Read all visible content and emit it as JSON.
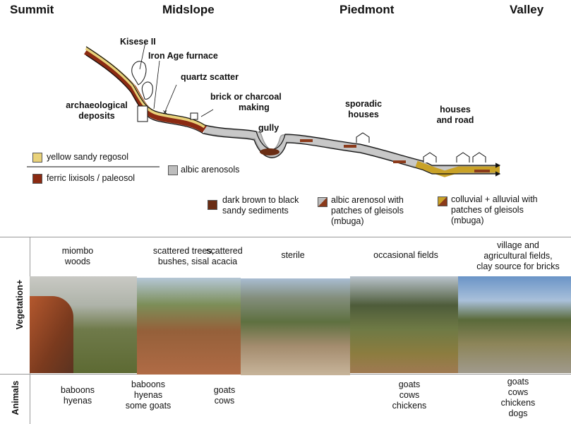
{
  "zones": {
    "summit": "Summit",
    "midslope": "Midslope",
    "piedmont": "Piedmont",
    "valley": "Valley"
  },
  "profile_labels": {
    "kisese": "Kisese II",
    "furnace": "Iron Age furnace",
    "quartz": "quartz scatter",
    "brick_1": "brick or charcoal",
    "brick_2": "making",
    "arch_1": "archaeological",
    "arch_2": "deposits",
    "gully": "gully",
    "sporadic_1": "sporadic",
    "sporadic_2": "houses",
    "houses_1": "houses",
    "houses_2": "and road"
  },
  "legend": {
    "yellow": "yellow sandy regosol",
    "ferric": "ferric lixisols / paleosol",
    "albic": "albic arenosols",
    "dark_1": "dark brown to black",
    "dark_2": "sandy sediments",
    "albic_patch_1": "albic arenosol with",
    "albic_patch_2": "patches of gleisols",
    "albic_patch_3": "(mbuga)",
    "coll_1": "colluvial + alluvial with",
    "coll_2": "patches of gleisols",
    "coll_3": "(mbuga)"
  },
  "colors": {
    "yellow": "#e9d27a",
    "ferric": "#8b2a12",
    "albic": "#bdbdbd",
    "dark": "#6a2d14",
    "colluvial": "#c9a227"
  },
  "rows": {
    "vegetation": "Vegetation+",
    "animals": "Animals"
  },
  "vegetation": [
    {
      "l1": "miombo",
      "l2": "woods",
      "l3": ""
    },
    {
      "l1": "scattered trees,",
      "l2": "bushes, sisal",
      "l3": ""
    },
    {
      "l1": "scattered",
      "l2": "acacia",
      "l3": ""
    },
    {
      "l1": "sterile",
      "l2": "",
      "l3": ""
    },
    {
      "l1": "occasional fields",
      "l2": "",
      "l3": ""
    },
    {
      "l1": "village and",
      "l2": "agricultural fields,",
      "l3": "clay source for bricks"
    }
  ],
  "animals": [
    {
      "l1": "baboons",
      "l2": "hyenas",
      "l3": "",
      "l4": ""
    },
    {
      "l1": "baboons",
      "l2": "hyenas",
      "l3": "some goats",
      "l4": ""
    },
    {
      "l1": "goats",
      "l2": "cows",
      "l3": "",
      "l4": ""
    },
    {
      "l1": "",
      "l2": "",
      "l3": "",
      "l4": ""
    },
    {
      "l1": "goats",
      "l2": "cows",
      "l3": "chickens",
      "l4": ""
    },
    {
      "l1": "goats",
      "l2": "cows",
      "l3": "chickens",
      "l4": "dogs"
    }
  ]
}
